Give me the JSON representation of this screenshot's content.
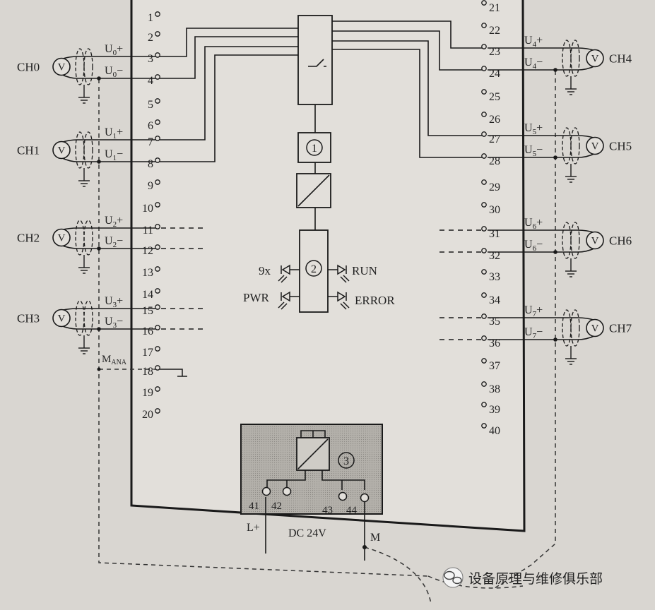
{
  "left_terminals": [
    "1",
    "2",
    "3",
    "4",
    "5",
    "6",
    "7",
    "8",
    "9",
    "10",
    "11",
    "12",
    "13",
    "14",
    "15",
    "16",
    "17",
    "18",
    "19",
    "20"
  ],
  "right_terminals": [
    "21",
    "22",
    "23",
    "24",
    "25",
    "26",
    "27",
    "28",
    "29",
    "30",
    "31",
    "32",
    "33",
    "34",
    "35",
    "36",
    "37",
    "38",
    "39",
    "40"
  ],
  "left_channels": [
    {
      "name": "CH0",
      "plus": "U",
      "plus_sub": "0",
      "plus_sign": "+",
      "minus": "U",
      "minus_sub": "0",
      "minus_sign": "−"
    },
    {
      "name": "CH1",
      "plus": "U",
      "plus_sub": "1",
      "plus_sign": "+",
      "minus": "U",
      "minus_sub": "1",
      "minus_sign": "−"
    },
    {
      "name": "CH2",
      "plus": "U",
      "plus_sub": "2",
      "plus_sign": "+",
      "minus": "U",
      "minus_sub": "2",
      "minus_sign": "−"
    },
    {
      "name": "CH3",
      "plus": "U",
      "plus_sub": "3",
      "plus_sign": "+",
      "minus": "U",
      "minus_sub": "3",
      "minus_sign": "−"
    }
  ],
  "right_channels": [
    {
      "name": "CH4",
      "plus": "U",
      "plus_sub": "4",
      "plus_sign": "+",
      "minus": "U",
      "minus_sub": "4",
      "minus_sign": "−"
    },
    {
      "name": "CH5",
      "plus": "U",
      "plus_sub": "5",
      "plus_sign": "+",
      "minus": "U",
      "minus_sub": "5",
      "minus_sign": "−"
    },
    {
      "name": "CH6",
      "plus": "U",
      "plus_sub": "6",
      "plus_sign": "+",
      "minus": "U",
      "minus_sub": "6",
      "minus_sign": "−"
    },
    {
      "name": "CH7",
      "plus": "U",
      "plus_sub": "7",
      "plus_sign": "+",
      "minus": "U",
      "minus_sub": "7",
      "minus_sign": "−"
    }
  ],
  "meter_symbol": "V",
  "mana": {
    "main": "M",
    "sub": "ANA"
  },
  "blocks": {
    "one": "1",
    "two": "2",
    "three": "3"
  },
  "leds": {
    "left_top": "9x",
    "left_bottom": "PWR",
    "right_top": "RUN",
    "right_bottom": "ERROR"
  },
  "power": {
    "t41": "41",
    "t42": "42",
    "t43": "43",
    "t44": "44",
    "lplus": "L+",
    "dc": "DC 24V",
    "m": "M"
  },
  "watermark": "设备原理与维修俱乐部"
}
